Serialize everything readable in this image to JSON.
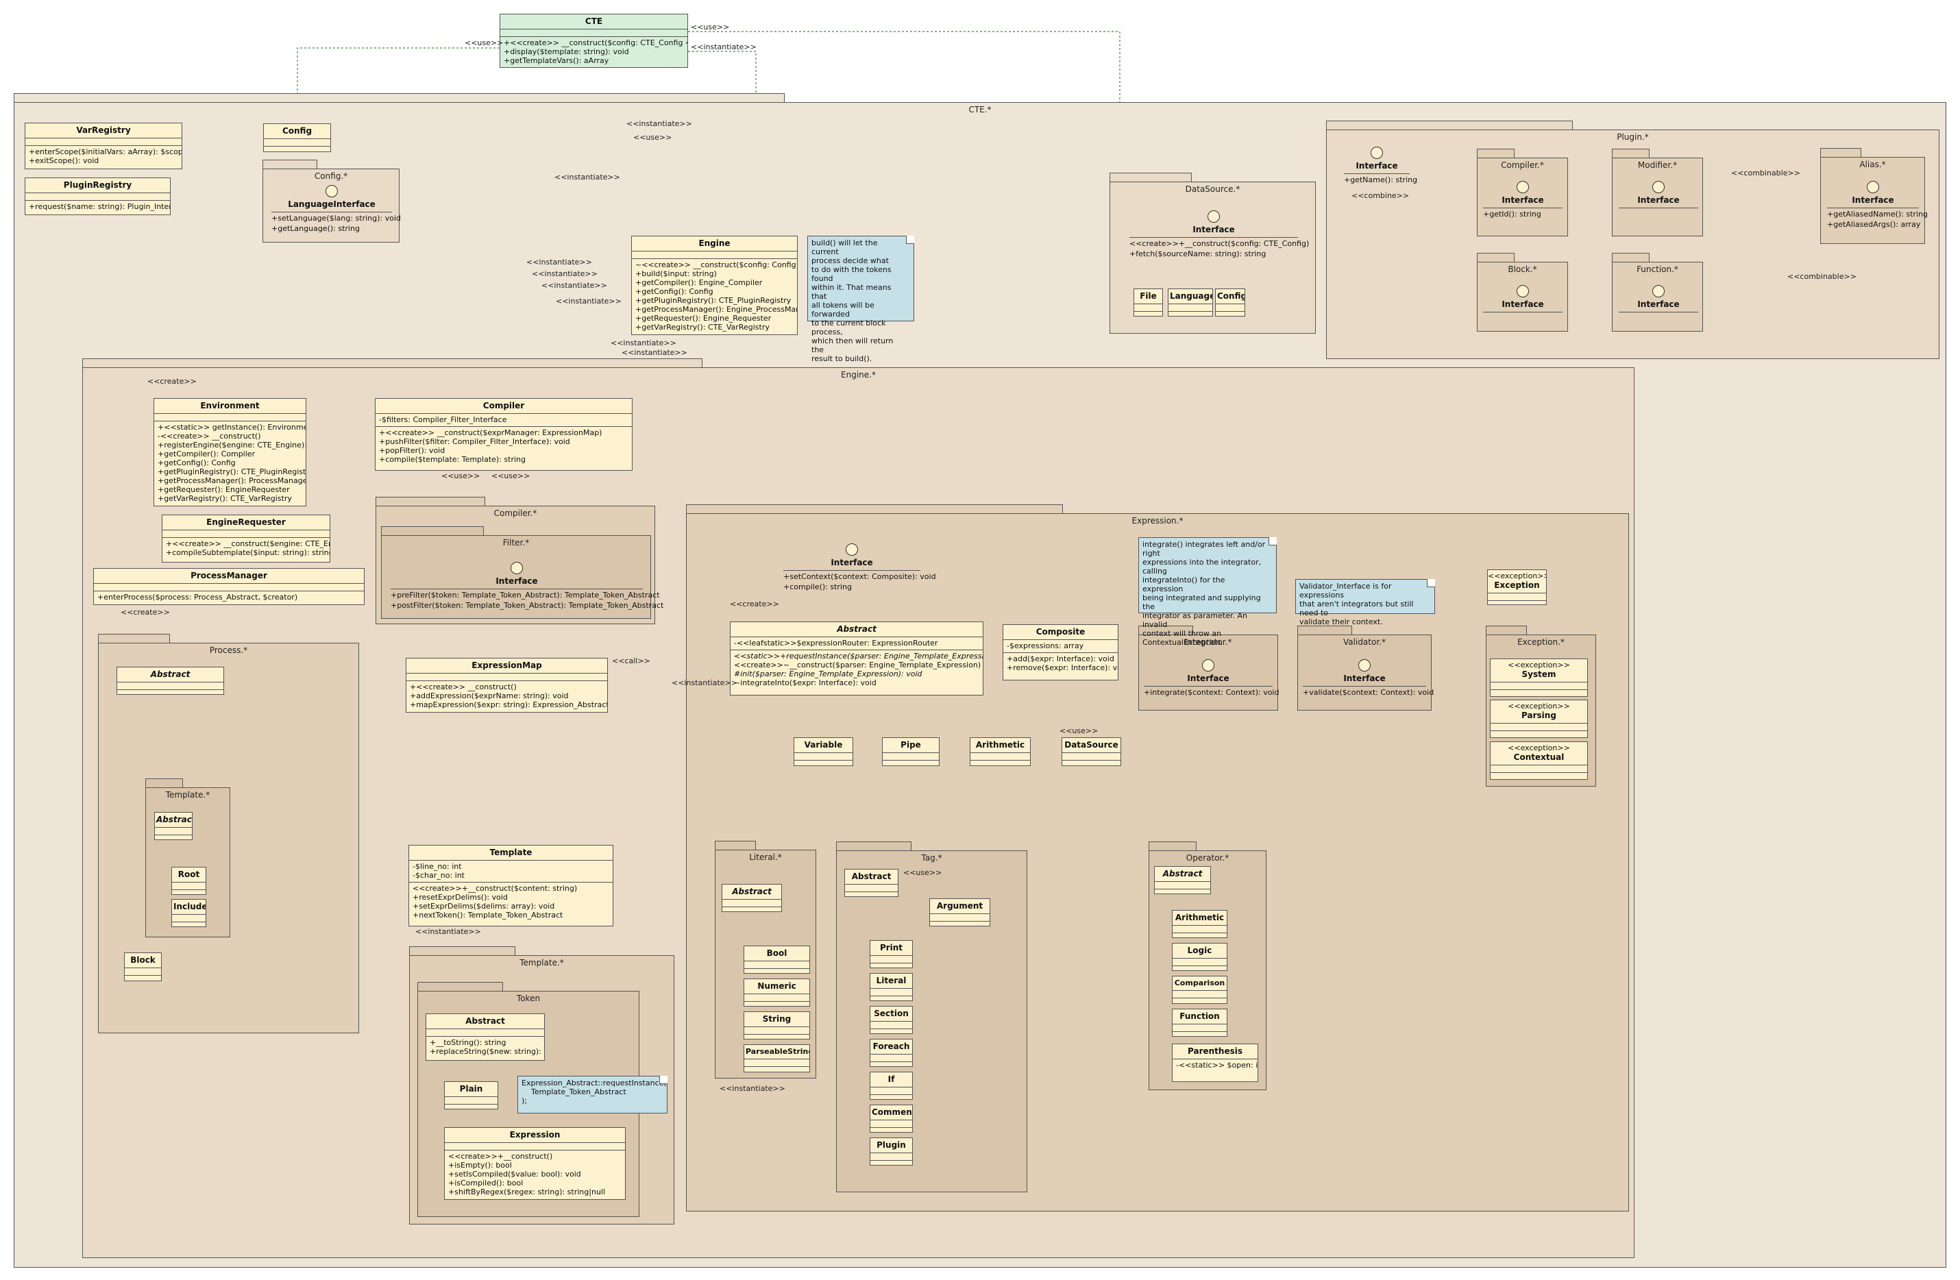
{
  "colors": {
    "class_fill": "#fcf2cf",
    "green_fill": "#d7efd9",
    "note_fill": "#c5e0e7",
    "dependency": "#c97a4a",
    "green_dependency": "#3a8a3a",
    "blue_dependency": "#4040c0",
    "generalization": "#c96a3a"
  },
  "packages": {
    "cte": "CTE.*",
    "config": "Config.*",
    "plugin": "Plugin.*",
    "plugin_compiler": "Compiler.*",
    "plugin_modifier": "Modifier.*",
    "plugin_alias": "Alias.*",
    "plugin_block": "Block.*",
    "plugin_function": "Function.*",
    "datasource": "DataSource.*",
    "engine": "Engine.*",
    "compiler": "Compiler.*",
    "filter": "Filter.*",
    "process": "Process.*",
    "process_template": "Template.*",
    "expression": "Expression.*",
    "literal": "Literal.*",
    "tag": "Tag.*",
    "operator": "Operator.*",
    "integrator": "Integrator.*",
    "validator": "Validator.*",
    "exception": "Exception.*",
    "template": "Template.*",
    "token": "Token"
  },
  "classes": {
    "cte": {
      "name": "CTE",
      "ops": [
        "+<<create>> __construct($config: CTE_Config = null)",
        "+display($template: string): void",
        "+getTemplateVars(): aArray"
      ]
    },
    "varregistry": {
      "name": "VarRegistry",
      "ops": [
        "+enterScope($initialVars: aArray): $scope: int",
        "+exitScope(): void"
      ]
    },
    "pluginregistry": {
      "name": "PluginRegistry",
      "ops": [
        "+request($name: string): Plugin_Interface"
      ]
    },
    "config": {
      "name": "Config"
    },
    "engine": {
      "name": "Engine",
      "ops": [
        "~<<create>> __construct($config: Config)",
        "+build($input: string)",
        "+getCompiler(): Engine_Compiler",
        "+getConfig(): Config",
        "+getPluginRegistry(): CTE_PluginRegistry",
        "+getProcessManager(): Engine_ProcessManager",
        "+getRequester(): Engine_Requester",
        "+getVarRegistry(): CTE_VarRegistry"
      ]
    },
    "ds_file": {
      "name": "File"
    },
    "ds_language": {
      "name": "Language"
    },
    "ds_config": {
      "name": "Config"
    },
    "environment": {
      "name": "Environment",
      "ops": [
        "+<<static>> getInstance(): Environment",
        "-<<create>> __construct()",
        "+registerEngine($engine: CTE_Engine): void",
        "+getCompiler(): Compiler",
        "+getConfig(): Config",
        "+getPluginRegistry(): CTE_PluginRegistry",
        "+getProcessManager(): ProcessManager",
        "+getRequester(): EngineRequester",
        "+getVarRegistry(): CTE_VarRegistry"
      ]
    },
    "compiler": {
      "name": "Compiler",
      "attrs": [
        "-$filters: Compiler_Filter_Interface"
      ],
      "ops": [
        "+<<create>> __construct($exprManager: ExpressionMap)",
        "+pushFilter($filter: Compiler_Filter_Interface): void",
        "+popFilter(): void",
        "+compile($template: Template): string"
      ]
    },
    "enginerequester": {
      "name": "EngineRequester",
      "ops": [
        "+<<create>> __construct($engine: CTE_Engine)",
        "+compileSubtemplate($input: string): string"
      ]
    },
    "processmanager": {
      "name": "ProcessManager",
      "ops": [
        "+enterProcess($process: Process_Abstract, $creator)"
      ]
    },
    "process_abstract": {
      "name": "Abstract"
    },
    "pt_abstract": {
      "name": "Abstract"
    },
    "pt_root": {
      "name": "Root"
    },
    "pt_include": {
      "name": "Include"
    },
    "block": {
      "name": "Block"
    },
    "expressionmap": {
      "name": "ExpressionMap",
      "ops": [
        "+<<create>> __construct()",
        "+addExpression($exprName: string): void",
        "+mapExpression($expr: string): Expression_Abstract"
      ]
    },
    "template": {
      "name": "Template",
      "attrs": [
        "-$line_no: int",
        "-$char_no: int"
      ],
      "ops": [
        "<<create>>+__construct($content: string)",
        "+resetExprDelims(): void",
        "+setExprDelims($delims: array): void",
        "+nextToken(): Template_Token_Abstract"
      ]
    },
    "tok_abstract": {
      "name": "Abstract",
      "ops": [
        "+__toString(): string",
        "+replaceString($new: string): void"
      ]
    },
    "tok_plain": {
      "name": "Plain"
    },
    "tok_expression": {
      "name": "Expression",
      "ops": [
        "<<create>>+__construct()",
        "+isEmpty(): bool",
        "+setIsCompiled($value: bool): void",
        "+isCompiled(): bool",
        "+shiftByRegex($regex: string): string|null"
      ]
    },
    "expr_abstract": {
      "name": "Abstract",
      "attrs": [
        "-<<leafstatic>>$expressionRouter: ExpressionRouter"
      ],
      "ops": [
        "<<static>>+requestInstance($parser: Engine_Template_Expression): the",
        "<<create>>~__construct($parser: Engine_Template_Expression)",
        "#init($parser: Engine_Template_Expression): void",
        "~integrateInto($expr: Interface): void"
      ]
    },
    "composite": {
      "name": "Composite",
      "attrs": [
        "-$expressions: array"
      ],
      "ops": [
        "+add($expr: Interface): void",
        "+remove($expr: Interface): void"
      ]
    },
    "variable": {
      "name": "Variable"
    },
    "pipe": {
      "name": "Pipe"
    },
    "arithmetic": {
      "name": "Arithmetic"
    },
    "datasource": {
      "name": "DataSource"
    },
    "lit_abstract": {
      "name": "Abstract"
    },
    "lit_bool": {
      "name": "Bool"
    },
    "lit_numeric": {
      "name": "Numeric"
    },
    "lit_string": {
      "name": "String"
    },
    "lit_parseable": {
      "name": "ParseableString"
    },
    "tag_abstract": {
      "name": "Abstract"
    },
    "tag_argument": {
      "name": "Argument"
    },
    "tag_print": {
      "name": "Print"
    },
    "tag_literal": {
      "name": "Literal"
    },
    "tag_section": {
      "name": "Section"
    },
    "tag_foreach": {
      "name": "Foreach"
    },
    "tag_if": {
      "name": "If"
    },
    "tag_comment": {
      "name": "Comment"
    },
    "tag_plugin": {
      "name": "Plugin"
    },
    "op_abstract": {
      "name": "Abstract"
    },
    "op_arithmetic": {
      "name": "Arithmetic"
    },
    "op_logic": {
      "name": "Logic"
    },
    "op_comparison": {
      "name": "Comparison"
    },
    "op_function": {
      "name": "Function"
    },
    "op_parenthesis": {
      "name": "Parenthesis",
      "attrs": [
        "-<<static>> $open: int"
      ]
    },
    "exception": {
      "stereo": "<<exception>>",
      "name": "Exception"
    },
    "exc_system": {
      "stereo": "<<exception>>",
      "name": "System"
    },
    "exc_parsing": {
      "stereo": "<<exception>>",
      "name": "Parsing"
    },
    "exc_contextual": {
      "stereo": "<<exception>>",
      "name": "Contextual"
    }
  },
  "interfaces": {
    "config_lang": {
      "name": "LanguageInterface",
      "ops": [
        "+setLanguage($lang: string): void",
        "+getLanguage(): string"
      ]
    },
    "plugin": {
      "name": "Interface",
      "ops": [
        "+getName(): string"
      ]
    },
    "plugin_compiler": {
      "name": "Interface",
      "ops": [
        "+getId(): string"
      ]
    },
    "plugin_modifier": {
      "name": "Interface"
    },
    "plugin_alias": {
      "name": "Interface",
      "ops": [
        "+getAliasedName(): string",
        "+getAliasedArgs(): array"
      ]
    },
    "plugin_block": {
      "name": "Interface"
    },
    "plugin_function": {
      "name": "Interface"
    },
    "datasource": {
      "name": "Interface",
      "ops": [
        "<<create>>+__construct($config: CTE_Config)",
        "+fetch($sourceName: string): string"
      ]
    },
    "filter": {
      "name": "Interface",
      "ops": [
        "+preFilter($token: Template_Token_Abstract): Template_Token_Abstract",
        "+postFilter($token: Template_Token_Abstract): Template_Token_Abstract"
      ]
    },
    "expression": {
      "name": "Interface",
      "ops": [
        "+setContext($context: Composite): void",
        "+compile(): string"
      ]
    },
    "integrator": {
      "name": "Interface",
      "ops": [
        "+integrate($context: Context): void"
      ]
    },
    "validator": {
      "name": "Interface",
      "ops": [
        "+validate($context: Context): void"
      ]
    }
  },
  "notes": {
    "engine_build": "build() will let the current\nprocess decide what\nto do with the tokens found\nwithin it. That means that\nall tokens will be forwarded\nto the current block process,\nwhich then will return the\nresult to build().",
    "integrate": "integrate() integrates left and/or right\nexpressions into the integrator, calling\nintegrateInto() for the expression\nbeing integrated and supplying the\nintegrator as parameter. An invalid\ncontext will throw an\nContextualException.",
    "validator": "Validator_Interface is for expressions\nthat aren't integrators but still need to\nvalidate their context.",
    "request_instance": "Expression_Abstract::requestInstance(\n    Template_Token_Abstract\n);"
  },
  "labels": {
    "use": "<<use>>",
    "instantiate": "<<instantiate>>",
    "create": "<<create>>",
    "call": "<<call>>",
    "combine": "<<combine>>",
    "combinable": "<<combinable>>"
  }
}
